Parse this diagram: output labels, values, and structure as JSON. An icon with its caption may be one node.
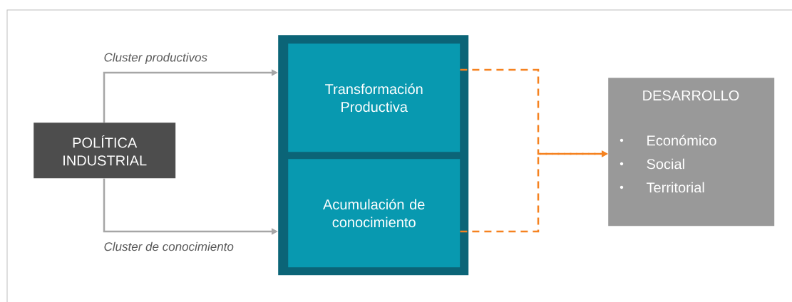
{
  "diagram": {
    "nodes": [
      {
        "text": [
          "POLÍTICA INDUSTRIAL"
        ]
      },
      {
        "text": [],
        "shape": "box"
      },
      {
        "text": [
          "Transformación Productiva"
        ],
        "in": 1
      },
      {
        "text": [
          "Acumulación de conocimiento"
        ],
        "in": 1
      },
      {
        "text": [
          "DESARROLLO",
          "Económico",
          "Social",
          "Territorial"
        ]
      }
    ],
    "edges": [
      {
        "from": 0,
        "to": 2,
        "arrow": "to",
        "label": "Cluster productivos",
        "color": "#a6a6a6"
      },
      {
        "from": 0,
        "to": 3,
        "arrow": "to",
        "label": "Cluster de conocimiento",
        "color": "#a6a6a6"
      },
      {
        "from": 2,
        "to": 4,
        "arrow": "to",
        "style": "dashed",
        "color": "#f58220"
      },
      {
        "from": 3,
        "to": 4,
        "arrow": "to",
        "style": "dashed",
        "color": "#f58220"
      }
    ]
  }
}
